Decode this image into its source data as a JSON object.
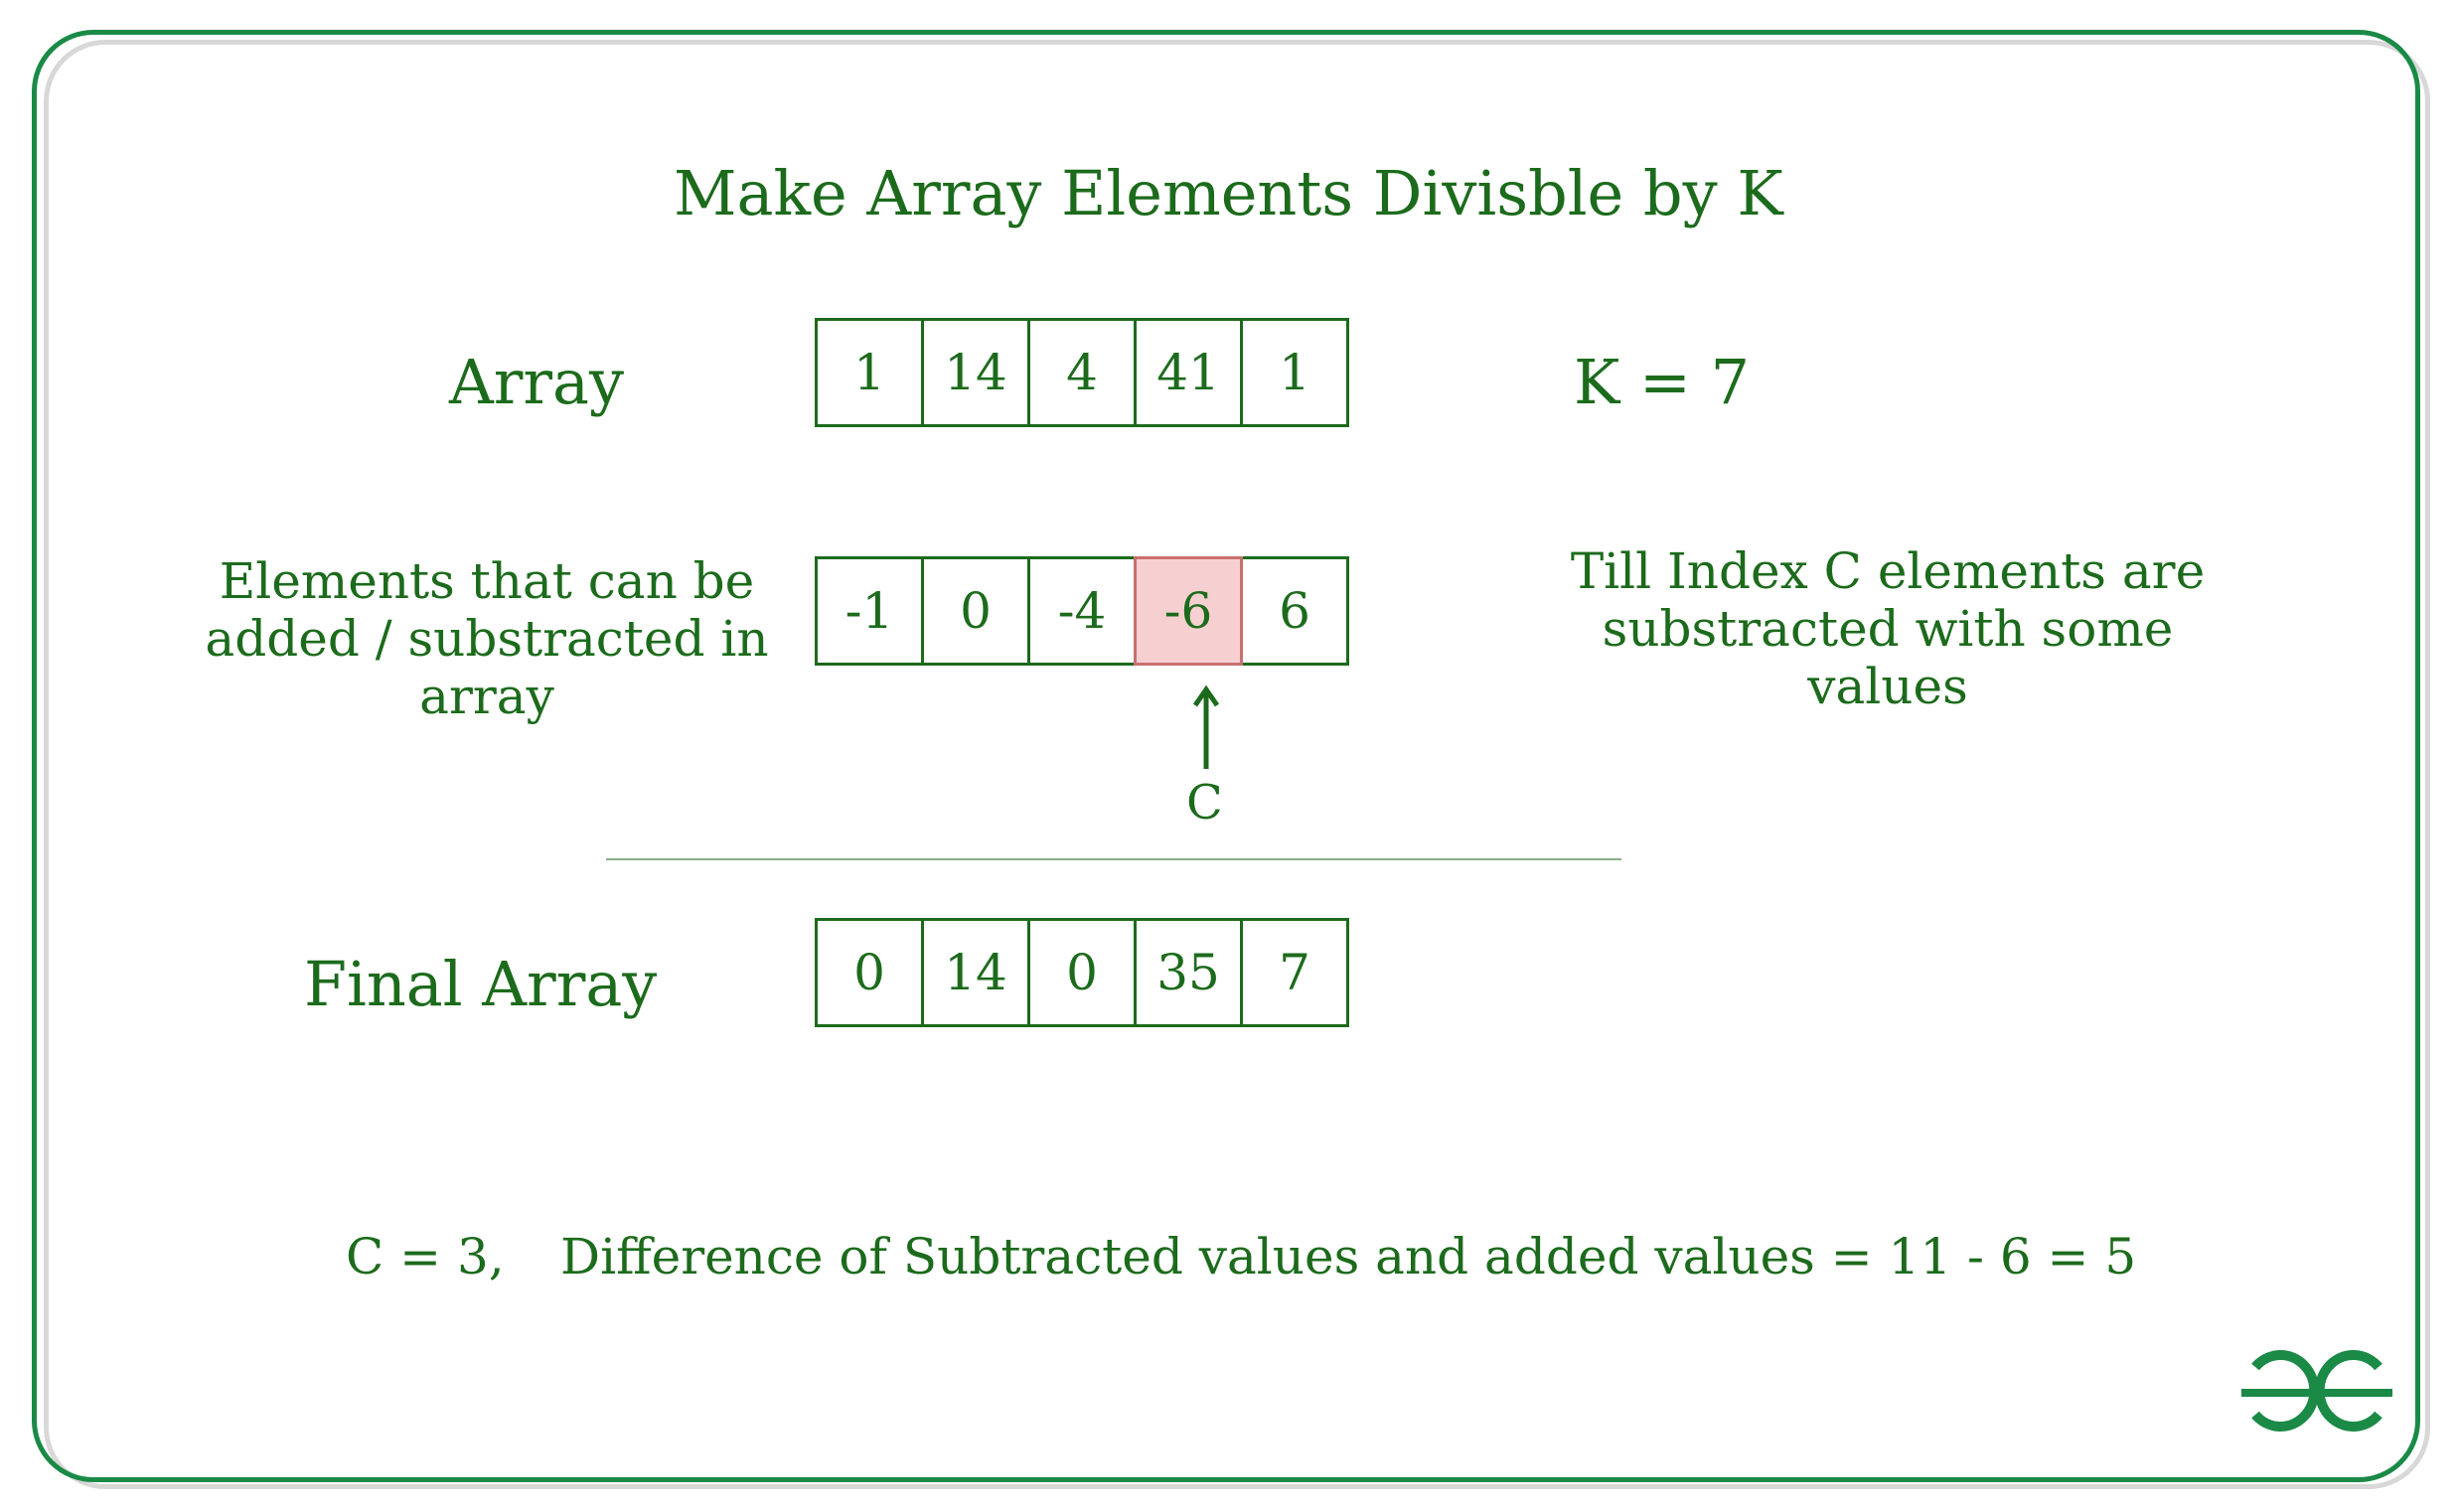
{
  "title": "Make Array Elements Divisble by K",
  "array_label": "Array",
  "k_label": "K = 7",
  "array": [
    "1",
    "14",
    "4",
    "41",
    "1"
  ],
  "elements_label": "Elements that can be added / substracted in array",
  "elements": [
    "-1",
    "0",
    "-4",
    "-6",
    "6"
  ],
  "highlighted_index": 3,
  "highlight_color": "#f6d0d0",
  "accent_color": "#1c6b1c",
  "pointer_label": "C",
  "note": "Till Index C elements are substracted with some values",
  "final_label": "Final Array",
  "final_array": [
    "0",
    "14",
    "0",
    "35",
    "7"
  ],
  "footer": {
    "c_value": "C = 3,",
    "difference": "Difference of Subtracted values and added values = 11 - 6 = 5"
  },
  "logo_icon": "gfg-logo-icon"
}
